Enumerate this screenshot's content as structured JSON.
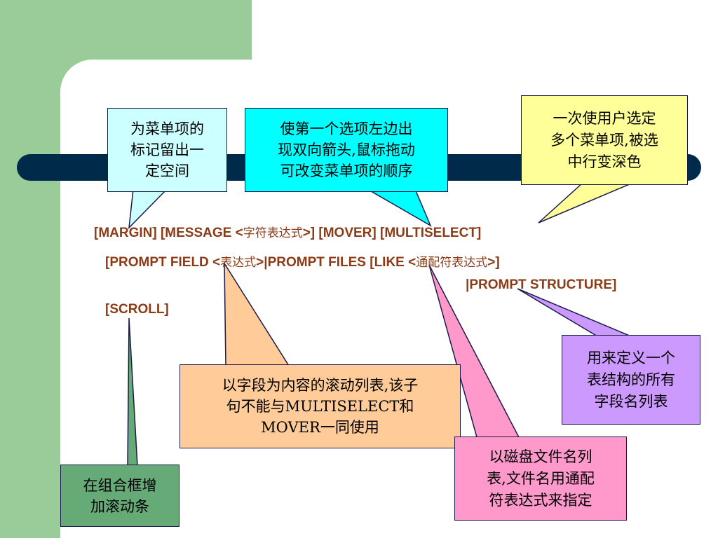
{
  "colors": {
    "background_band": "#99cc99",
    "bar": "#002a4a",
    "syntax_text": "#8c3b17"
  },
  "syntax": {
    "line1": [
      "[MARGIN] [MESSAGE <",
      "字符表达式",
      ">] [MOVER] [MULTISELECT]"
    ],
    "line2": [
      "[PROMPT FIELD <",
      "表达式",
      ">|PROMPT FILES [LIKE <",
      "通配符表达式",
      ">]"
    ],
    "line3": "|PROMPT STRUCTURE]",
    "line4": "[SCROLL]"
  },
  "callouts": {
    "margin": {
      "lines": [
        "为菜单项的",
        "标记留出一",
        "定空间"
      ],
      "fill": "#ccffff"
    },
    "mover": {
      "lines": [
        "使第一个选项左边出",
        "现双向箭头,鼠标拖动",
        "可改变菜单项的顺序"
      ],
      "fill": "#00ffff"
    },
    "multiselect": {
      "lines": [
        "一次使用户选定",
        "多个菜单项,被选",
        "中行变深色"
      ],
      "fill": "#ffff99"
    },
    "prompt_field": {
      "lines": [
        "以字段为内容的滚动列表,该子",
        "句不能与MULTISELECT和",
        "MOVER一同使用"
      ],
      "fill": "#ffcc99"
    },
    "prompt_structure": {
      "lines": [
        "用来定义一个",
        "表结构的所有",
        "字段名列表"
      ],
      "fill": "#cc99ff"
    },
    "prompt_files": {
      "lines": [
        "以磁盘文件名列",
        "表,文件名用通配",
        "符表达式来指定"
      ],
      "fill": "#ff99cc"
    },
    "scroll": {
      "lines": [
        "在组合框增",
        "加滚动条"
      ],
      "fill": "#66aa77"
    }
  }
}
